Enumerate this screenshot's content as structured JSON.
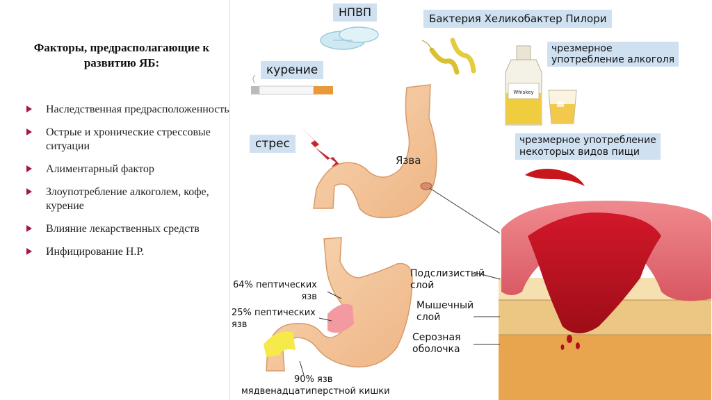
{
  "left_panel": {
    "title": "Факторы, предрасполагающие к развитию ЯБ:",
    "bullets": [
      "Наследственная предрасположенность",
      "Острые и хронические стрессовые ситуации",
      "Алиментарный фактор",
      "Злоупотребление алкоголем, кофе, курение",
      "Влияние лекарственных средств",
      "Инфицирование Н.Р."
    ]
  },
  "diagram": {
    "nsaid": "НПВП",
    "helicobacter": "Бактерия Хеликобактер Пилори",
    "smoking": "курение",
    "stress": "стрес",
    "alcohol_1": "чрезмерное",
    "alcohol_2": "употребление алкоголя",
    "whiskey": "Whiskey",
    "food_1": "чрезмерное употребление",
    "food_2": "некоторых видов пищи",
    "ulcer": "Язва",
    "layer_submucosa_1": "Подслизистый",
    "layer_submucosa_2": "слой",
    "layer_muscle_1": "Мышечный",
    "layer_muscle_2": "слой",
    "layer_serosa_1": "Серозная",
    "layer_serosa_2": "оболочка",
    "pct64_1": "64% пептических",
    "pct64_2": "язв",
    "pct25_1": "25% пептических",
    "pct25_2": "язв",
    "pct90_1": "90% язв",
    "pct90_2": "мядвенадцатиперстной кишки"
  },
  "colors": {
    "label_box": "#cfe0f1",
    "bullet": "#a4174a",
    "stomach": "#f4c79c",
    "blood": "#c1121f",
    "mucosa": "#e9707a"
  }
}
